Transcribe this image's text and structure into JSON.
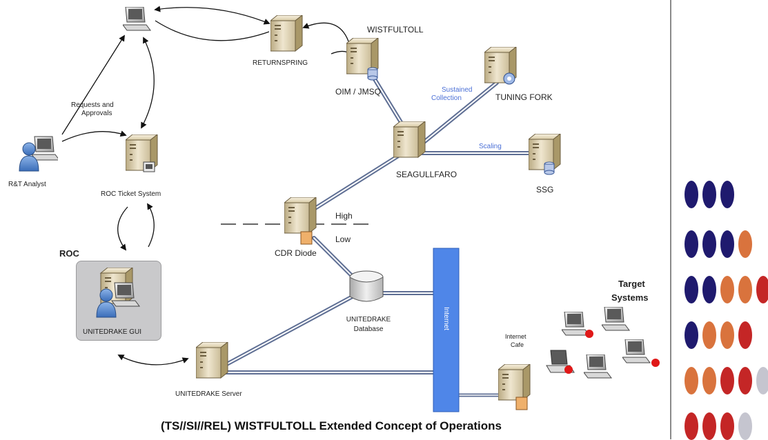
{
  "caption": "(TS//SI//REL) WISTFULTOLL Extended Concept of Operations",
  "nodes": {
    "wistfultoll": "WISTFULTOLL",
    "returnspring": "RETURNSPRING",
    "oim": "OIM / JMSQ",
    "tuning_fork": "TUNING FORK",
    "seagullfaro": "SEAGULLFARO",
    "ssg": "SSG",
    "analyst": "R&T Analyst",
    "roc_ticket": "ROC Ticket System",
    "roc": "ROC",
    "roc_gui": "UNITEDRAKE GUI",
    "cdr_diode": "CDR Diode",
    "db_line1": "UNITEDRAKE",
    "db_line2": "Database",
    "server": "UNITEDRAKE Server",
    "internet": "Internet",
    "cafe_line1": "Internet",
    "cafe_line2": "Cafe",
    "targets_line1": "Target",
    "targets_line2": "Systems"
  },
  "annotations": {
    "requests_line1": "Requests and",
    "requests_line2": "Approvals",
    "sustained_line1": "Sustained",
    "sustained_line2": "Collection",
    "scaling": "Scaling",
    "high": "High",
    "low": "Low"
  },
  "colors": {
    "navy": "#1f1a6e",
    "orange": "#d9733d",
    "red": "#c42626",
    "gray": "#c5c5cf",
    "internet_bar": "#4f86e8",
    "link": "#5f6f94",
    "server_body": "#e8dcc0"
  },
  "side_dots": [
    [
      "navy",
      "navy",
      "navy"
    ],
    [
      "navy",
      "navy",
      "navy",
      "orange"
    ],
    [
      "navy",
      "navy",
      "orange",
      "orange",
      "red"
    ],
    [
      "navy",
      "orange",
      "orange",
      "red"
    ],
    [
      "orange",
      "orange",
      "red",
      "red",
      "gray"
    ],
    [
      "red",
      "red",
      "red",
      "gray"
    ]
  ]
}
